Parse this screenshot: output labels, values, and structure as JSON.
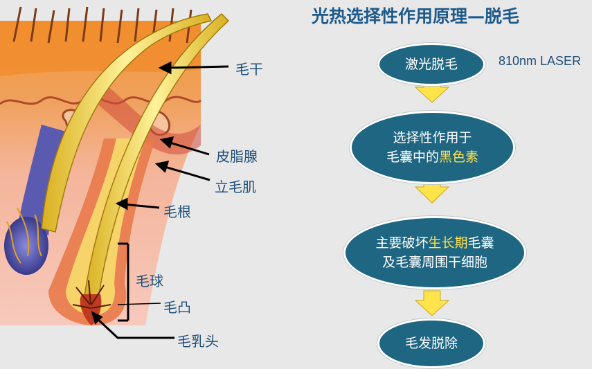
{
  "title": "光热选择性作用原理—脱毛",
  "anatomy_labels": {
    "shaft": "毛干",
    "sebaceous_gland": "皮脂腺",
    "arrector_pili": "立毛肌",
    "root": "毛根",
    "bulb": "毛球",
    "bulge": "毛凸",
    "papilla": "毛乳头"
  },
  "flow": {
    "step1": "激光脱毛",
    "step1_note": "810nm LASER",
    "step2_line1": "选择性作用于",
    "step2_line2_pre": "毛囊中的",
    "step2_line2_hl": "黑色素",
    "step3_line1_pre": "主要破坏",
    "step3_line1_hl": "生长期",
    "step3_line1_post": "毛囊",
    "step3_line2": "及毛囊周围干细胞",
    "step4": "毛发脱除"
  },
  "colors": {
    "node_fill": "#1f6683",
    "arrow_fill": "#ffe34a",
    "title": "#1e5a8c",
    "highlight": "#ffe14a"
  }
}
